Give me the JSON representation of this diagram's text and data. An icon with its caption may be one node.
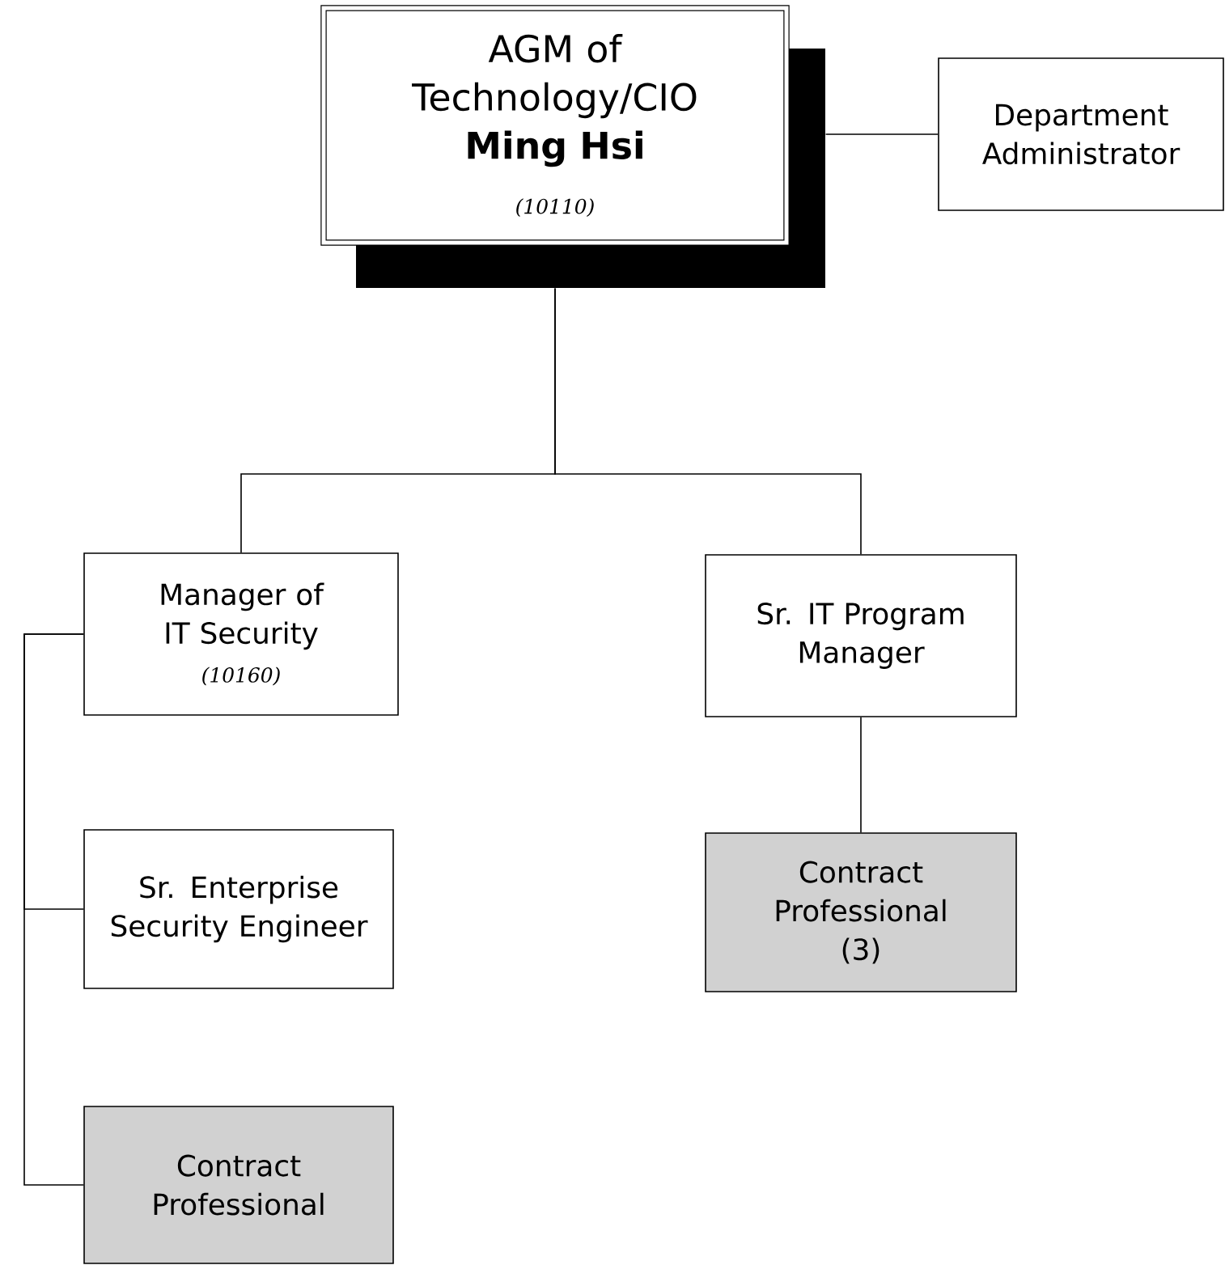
{
  "diagram": {
    "nodes": [
      {
        "text": [
          "AGM of Technology/CIO",
          "Ming Hsi",
          "(10110)"
        ]
      },
      {
        "text": [
          "Department Administrator"
        ]
      },
      {
        "text": [
          "Manager of IT Security",
          "(10160)"
        ]
      },
      {
        "text": [
          "Sr. IT Program Manager"
        ]
      },
      {
        "text": [
          "Contract Professional (3)"
        ]
      },
      {
        "text": [
          "Sr. Enterprise Security Engineer"
        ]
      },
      {
        "text": [
          "Contract Professional"
        ]
      }
    ],
    "edges": [
      {
        "from": 0,
        "to": 1,
        "arrow": "none"
      },
      {
        "from": 0,
        "to": 2,
        "arrow": "none"
      },
      {
        "from": 0,
        "to": 3,
        "arrow": "none"
      },
      {
        "from": 3,
        "to": 4,
        "arrow": "none"
      },
      {
        "from": 2,
        "to": 5,
        "arrow": "none"
      },
      {
        "from": 2,
        "to": 6,
        "arrow": "none"
      }
    ]
  }
}
